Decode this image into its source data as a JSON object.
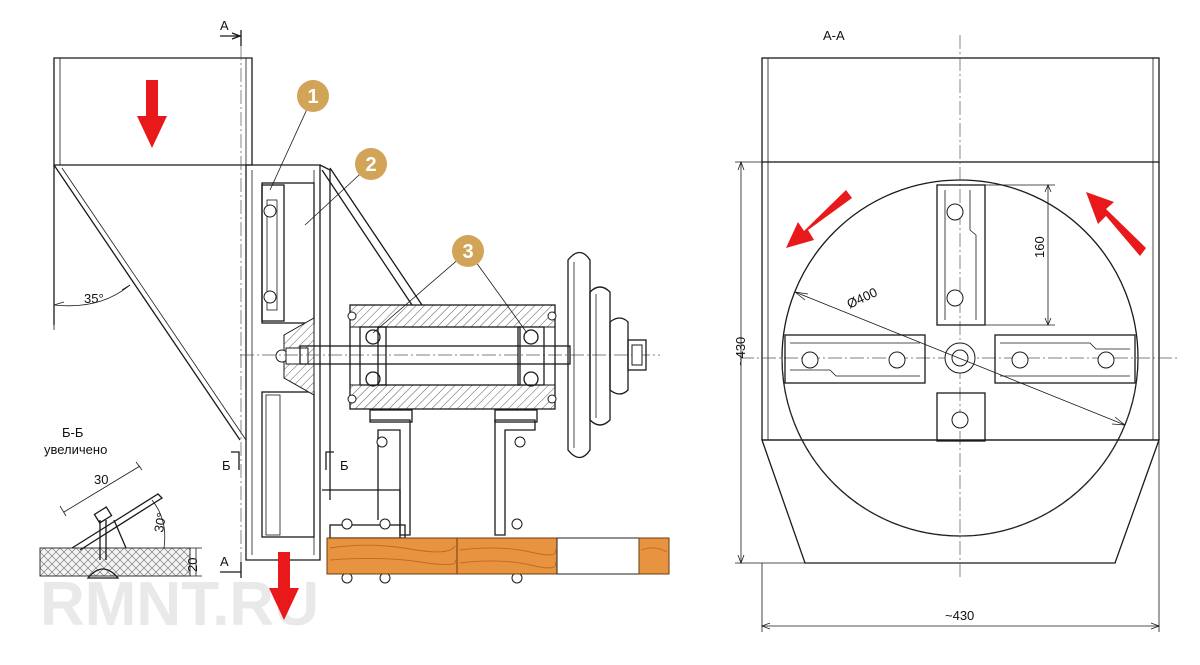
{
  "callouts": [
    "1",
    "2",
    "3"
  ],
  "section_marks": {
    "a_top": "А",
    "a_bottom": "А",
    "b_left": "Б",
    "b_right": "Б"
  },
  "section_titles": {
    "aa": "А-А",
    "bb_line1": "Б-Б",
    "bb_line2": "увеличено"
  },
  "dimensions": {
    "hopper_angle": "35°",
    "knife_length": "30",
    "knife_angle": "30°",
    "base_thickness": "20",
    "rotor_diameter": "Ø400",
    "knife_height": "160",
    "height_total": "~430",
    "width_total": "~430"
  },
  "watermark": "RMNT.RU",
  "colors": {
    "arrow": "#e8181b",
    "callout": "#d1a458",
    "wood": "#e8933f"
  }
}
